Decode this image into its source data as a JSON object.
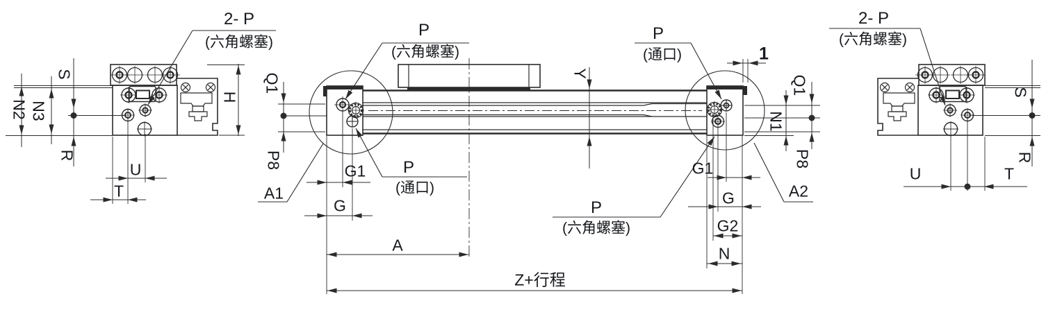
{
  "drawing": {
    "title": "rodless-cylinder-dimension-drawing",
    "colors": {
      "line": "#2b2b2b",
      "text": "#17191d",
      "background": "#ffffff"
    },
    "left_end_view": {
      "plug_callout": {
        "qty_label": "2- P",
        "type_label": "(六角螺塞)"
      },
      "dim_s": "S",
      "dim_n2": "N2",
      "dim_n3": "N3",
      "dim_r": "R",
      "dim_h": "H",
      "dim_u": "U",
      "dim_t": "T"
    },
    "side_view": {
      "callout_top_left": {
        "port": "P",
        "type": "(六角螺塞)"
      },
      "callout_top_right": {
        "port": "P",
        "type": "(通口)"
      },
      "callout_bottom_left": {
        "port": "P",
        "type": "(通口)"
      },
      "callout_bottom_right": {
        "port": "P",
        "type": "(六角螺塞)"
      },
      "dim_step": "1",
      "dim_y": "Y",
      "left": {
        "dim_q1": "Q1",
        "dim_p8": "P8",
        "detail_label": "A1",
        "dim_g1": "G1",
        "dim_g": "G",
        "dim_a": "A"
      },
      "right": {
        "dim_q1": "Q1",
        "dim_n1": "N1",
        "dim_p8": "P8",
        "detail_label": "A2",
        "dim_g1": "G1",
        "dim_g": "G",
        "dim_g2": "G2",
        "dim_n": "N"
      },
      "dim_total": "Z+行程"
    },
    "right_end_view": {
      "plug_callout": {
        "qty_label": "2- P",
        "type_label": "(六角螺塞)"
      },
      "dim_s": "S",
      "dim_r": "R",
      "dim_u": "U",
      "dim_t": "T"
    }
  }
}
